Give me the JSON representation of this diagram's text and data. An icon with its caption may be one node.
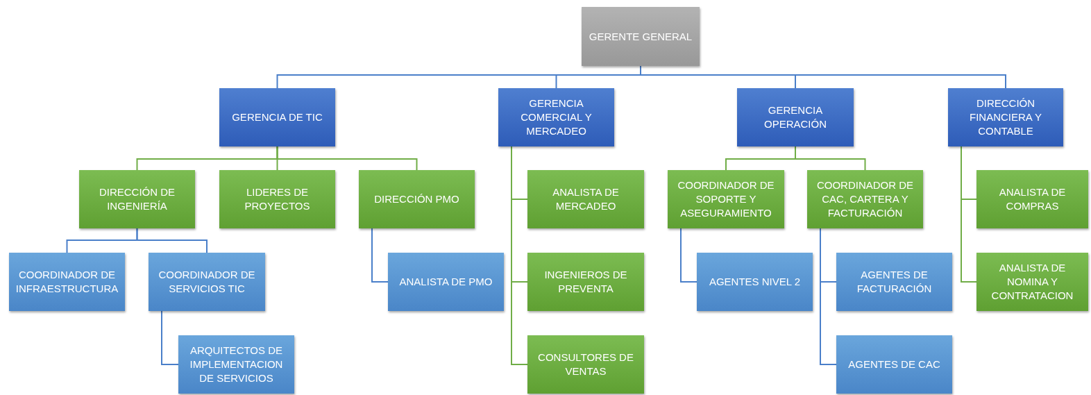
{
  "diagram": {
    "nodes": [
      {
        "text": [
          "GERENTE GENERAL"
        ]
      },
      {
        "text": [
          "GERENCIA DE TIC"
        ]
      },
      {
        "text": [
          "GERENCIA COMERCIAL Y MERCADEO"
        ]
      },
      {
        "text": [
          "GERENCIA OPERACIÓN"
        ]
      },
      {
        "text": [
          "DIRECCIÓN FINANCIERA Y CONTABLE"
        ]
      },
      {
        "text": [
          "DIRECCIÓN DE INGENIERÍA"
        ]
      },
      {
        "text": [
          "LIDERES DE PROYECTOS"
        ]
      },
      {
        "text": [
          "DIRECCIÓN PMO"
        ]
      },
      {
        "text": [
          "COORDINADOR DE INFRAESTRUCTURA"
        ]
      },
      {
        "text": [
          "COORDINADOR DE SERVICIOS TIC"
        ]
      },
      {
        "text": [
          "ARQUITECTOS DE IMPLEMENTACION DE SERVICIOS"
        ]
      },
      {
        "text": [
          "ANALISTA DE PMO"
        ]
      },
      {
        "text": [
          "ANALISTA DE MERCADEO"
        ]
      },
      {
        "text": [
          "INGENIEROS DE PREVENTA"
        ]
      },
      {
        "text": [
          "CONSULTORES DE VENTAS"
        ]
      },
      {
        "text": [
          "COORDINADOR DE SOPORTE Y ASEGURAMIENTO"
        ]
      },
      {
        "text": [
          "COORDINADOR DE CAC, CARTERA Y FACTURACIÓN"
        ]
      },
      {
        "text": [
          "AGENTES NIVEL 2"
        ]
      },
      {
        "text": [
          "AGENTES DE FACTURACIÓN"
        ]
      },
      {
        "text": [
          "AGENTES DE CAC"
        ]
      },
      {
        "text": [
          "ANALISTA DE COMPRAS"
        ]
      },
      {
        "text": [
          "ANALISTA DE NOMINA Y CONTRATACION"
        ]
      }
    ],
    "edges": [
      {
        "from": 0,
        "to": 1,
        "arrow": "none"
      },
      {
        "from": 0,
        "to": 2,
        "arrow": "none"
      },
      {
        "from": 0,
        "to": 3,
        "arrow": "none"
      },
      {
        "from": 0,
        "to": 4,
        "arrow": "none"
      },
      {
        "from": 1,
        "to": 5,
        "arrow": "none",
        "color": "#70ad47"
      },
      {
        "from": 1,
        "to": 6,
        "arrow": "none",
        "color": "#70ad47"
      },
      {
        "from": 1,
        "to": 7,
        "arrow": "none",
        "color": "#70ad47"
      },
      {
        "from": 5,
        "to": 8,
        "arrow": "none"
      },
      {
        "from": 5,
        "to": 9,
        "arrow": "none"
      },
      {
        "from": 9,
        "to": 10,
        "arrow": "none"
      },
      {
        "from": 7,
        "to": 11,
        "arrow": "none"
      },
      {
        "from": 2,
        "to": 12,
        "arrow": "none",
        "color": "#70ad47"
      },
      {
        "from": 2,
        "to": 13,
        "arrow": "none",
        "color": "#70ad47"
      },
      {
        "from": 2,
        "to": 14,
        "arrow": "none",
        "color": "#70ad47"
      },
      {
        "from": 3,
        "to": 15,
        "arrow": "none",
        "color": "#70ad47"
      },
      {
        "from": 3,
        "to": 16,
        "arrow": "none",
        "color": "#70ad47"
      },
      {
        "from": 15,
        "to": 17,
        "arrow": "none"
      },
      {
        "from": 16,
        "to": 18,
        "arrow": "none"
      },
      {
        "from": 16,
        "to": 19,
        "arrow": "none"
      },
      {
        "from": 4,
        "to": 20,
        "arrow": "none",
        "color": "#70ad47"
      },
      {
        "from": 4,
        "to": 21,
        "arrow": "none",
        "color": "#70ad47"
      }
    ]
  }
}
